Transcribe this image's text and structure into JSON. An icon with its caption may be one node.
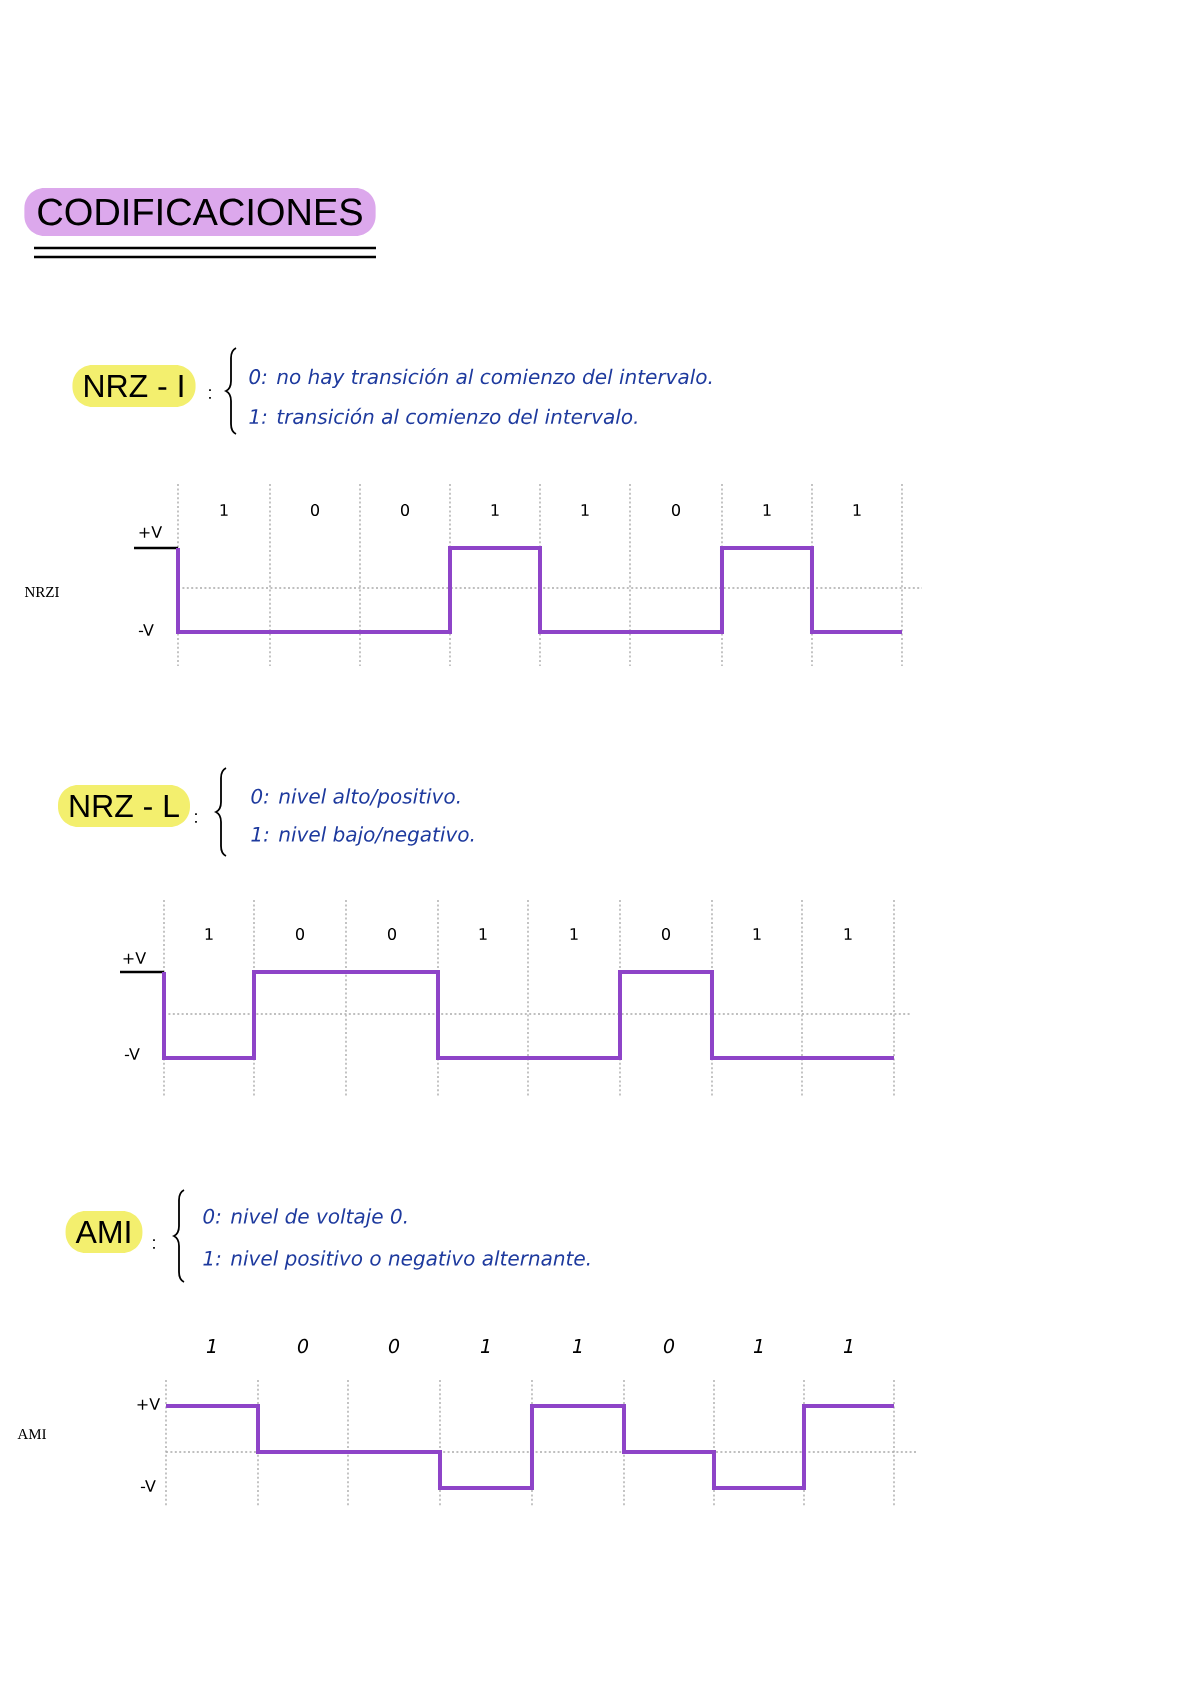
{
  "diagram": {
    "title": "CODIFICACIONES",
    "nodes": [
      {
        "text": [
          "NRZ - I"
        ],
        "beside": [
          ":",
          "0: no hay transición al comienzo del intervalo.",
          "1: transición al comienzo del intervalo."
        ]
      },
      {
        "text": [
          "NRZ - L"
        ],
        "beside": [
          ":",
          "0: nivel alto/positivo.",
          "1: nivel bajo/negativo."
        ]
      },
      {
        "text": [
          "AMI"
        ],
        "beside": [
          ":",
          "0: nivel de voltaje 0.",
          "1: nivel positivo o negativo alternante."
        ]
      }
    ],
    "labels": [
      "1",
      "0",
      "0",
      "1",
      "1",
      "0",
      "1",
      "1",
      "+V",
      "NRZI",
      "-V",
      "1",
      "0",
      "0",
      "1",
      "1",
      "0",
      "1",
      "1",
      "+V",
      "-V",
      "1",
      "0",
      "0",
      "1",
      "1",
      "0",
      "1",
      "1",
      "+V",
      "AMI",
      "-V"
    ]
  }
}
